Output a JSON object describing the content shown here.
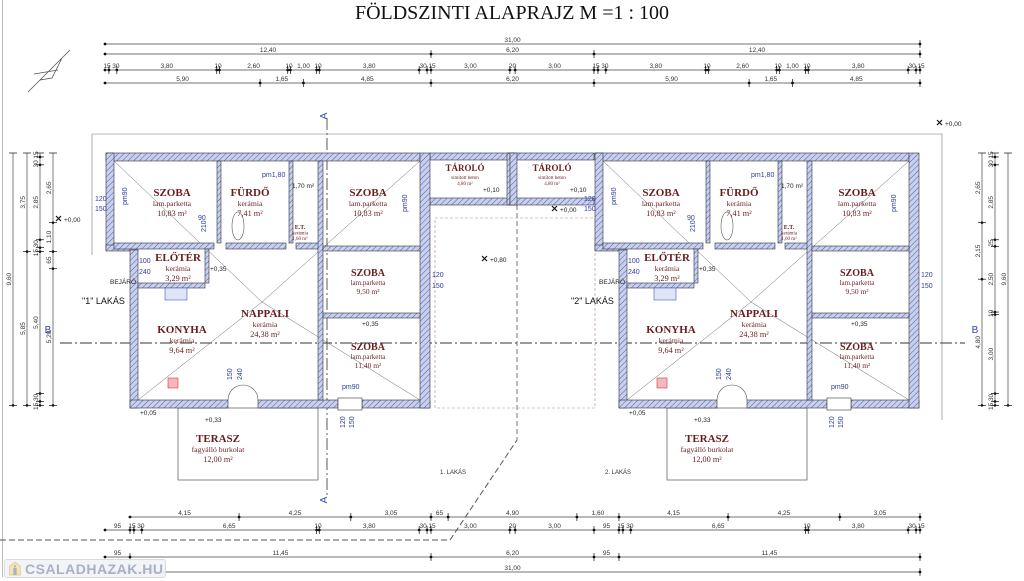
{
  "title": "FÖLDSZINTI ALAPRAJZ M =1 : 100",
  "watermark": "CSALADHAZAK.HU",
  "colors": {
    "wall_fill": "#c9d0ec",
    "wall_hatch": "#4a5bb5",
    "room_text": "#6b1d1d",
    "annotation": "#2b3da0"
  },
  "units": [
    {
      "label": "\"1\" LAKÁS",
      "rooms": [
        {
          "name": "SZOBA",
          "finish": "lam.parketta",
          "area": "10,83 m²"
        },
        {
          "name": "FÜRDŐ",
          "finish": "kerámia",
          "area": "7,41 m²"
        },
        {
          "name": "E.T.",
          "finish": "kerámia",
          "area": "1,60 m²"
        },
        {
          "name": "SZOBA",
          "finish": "lam.parketta",
          "area": "10,83 m²"
        },
        {
          "name": "ELŐTÉR",
          "finish": "kerámia",
          "area": "3,29 m²"
        },
        {
          "name": "SZOBA",
          "finish": "lam.parketta",
          "area": "9,50 m²"
        },
        {
          "name": "NAPPALI",
          "finish": "kerámia",
          "area": "24,38 m²"
        },
        {
          "name": "KONYHA",
          "finish": "kerámia",
          "area": "9,64 m²"
        },
        {
          "name": "SZOBA",
          "finish": "lam.parketta",
          "area": "11,40 m²"
        },
        {
          "name": "TERASZ",
          "finish": "fagyálló burkolat",
          "area": "12,00 m²"
        }
      ],
      "annotations": [
        "pm1,80",
        "pm90",
        "120",
        "150",
        "90",
        "210",
        "100",
        "240",
        "+0,35",
        "+0,35",
        "+0,33",
        "+0,05",
        "BEJÁRÓ",
        "150",
        "240",
        "120",
        "150",
        "pm90",
        "120",
        "150",
        "pm90",
        "1,70 m²"
      ]
    },
    {
      "label": "\"2\" LAKÁS",
      "rooms": [
        {
          "name": "SZOBA",
          "finish": "lam.parketta",
          "area": "10,83 m²"
        },
        {
          "name": "FÜRDŐ",
          "finish": "kerámia",
          "area": "7,41 m²"
        },
        {
          "name": "E.T.",
          "finish": "kerámia",
          "area": "1,60 m²"
        },
        {
          "name": "SZOBA",
          "finish": "lam.parketta",
          "area": "10,83 m²"
        },
        {
          "name": "ELŐTÉR",
          "finish": "kerámia",
          "area": "3,29 m²"
        },
        {
          "name": "SZOBA",
          "finish": "lam.parketta",
          "area": "9,50 m²"
        },
        {
          "name": "NAPPALI",
          "finish": "kerámia",
          "area": "24,38 m²"
        },
        {
          "name": "KONYHA",
          "finish": "kerámia",
          "area": "9,64 m²"
        },
        {
          "name": "SZOBA",
          "finish": "lam.parketta",
          "area": "11,40 m²"
        },
        {
          "name": "TERASZ",
          "finish": "fagyálló burkolat",
          "area": "12,00 m²"
        }
      ],
      "annotations": [
        "pm1,80",
        "pm90",
        "120",
        "150",
        "90",
        "210",
        "100",
        "240",
        "+0,35",
        "+0,35",
        "+0,33",
        "+0,05",
        "BEJÁRÓ",
        "150",
        "240",
        "120",
        "150",
        "pm90",
        "120",
        "150",
        "pm90",
        "1,70 m²"
      ]
    }
  ],
  "storage": [
    {
      "name": "TÁROLÓ",
      "finish": "simított beton",
      "area": "4,80 m²",
      "elevation": "+0,10"
    },
    {
      "name": "TÁROLÓ",
      "finish": "simított beton",
      "area": "4,80 m²",
      "elevation": "+0,10"
    }
  ],
  "center_labels": [
    "1. LAKÁS",
    "2. LAKÁS"
  ],
  "elevations": [
    "+0,00",
    "+0,00",
    "+0,00",
    "+0,80"
  ],
  "sections": [
    "A",
    "A",
    "B",
    "B"
  ],
  "dimensions": {
    "top": [
      [
        "31,00"
      ],
      [
        "12,40",
        "6,20",
        "12,40"
      ],
      [
        "15",
        "30",
        "3,80",
        "10",
        "2,60",
        "10",
        "1,00",
        "10",
        "3,80",
        "30",
        "15",
        "3,00",
        "20",
        "3,00",
        "15",
        "30",
        "3,80",
        "10",
        "2,60",
        "10",
        "1,00",
        "10",
        "3,80",
        "30",
        "15"
      ],
      [
        "5,90",
        "1,65",
        "4,85",
        "6,20",
        "5,90",
        "1,65",
        "4,85"
      ]
    ],
    "bottom": [
      [
        "4,15",
        "4,25",
        "3,05",
        "65",
        "4,90",
        "1,60",
        "4,15",
        "4,25",
        "3,05"
      ],
      [
        "95",
        "15",
        "30",
        "6,65",
        "10",
        "3,80",
        "30",
        "15",
        "3,00",
        "20",
        "3,00",
        "95",
        "15",
        "30",
        "6,65",
        "10",
        "3,80",
        "30",
        "15"
      ],
      [
        "95",
        "11,45",
        "6,20",
        "95",
        "11,45"
      ],
      [
        "31,00"
      ]
    ],
    "left": [
      [
        "9,60"
      ],
      [
        "3,75",
        "5,85"
      ],
      [
        "15",
        "30",
        "2,85",
        "30",
        "15",
        "5,40",
        "30",
        "15"
      ],
      [
        "2,65",
        "1,10",
        "65",
        "5,20"
      ]
    ],
    "right": [
      [
        "2,65",
        "2,15",
        "4,80"
      ],
      [
        "15",
        "30",
        "2,85",
        "25",
        "2,50",
        "10",
        "3,00",
        "30",
        "15"
      ],
      [
        "9,60"
      ]
    ]
  }
}
